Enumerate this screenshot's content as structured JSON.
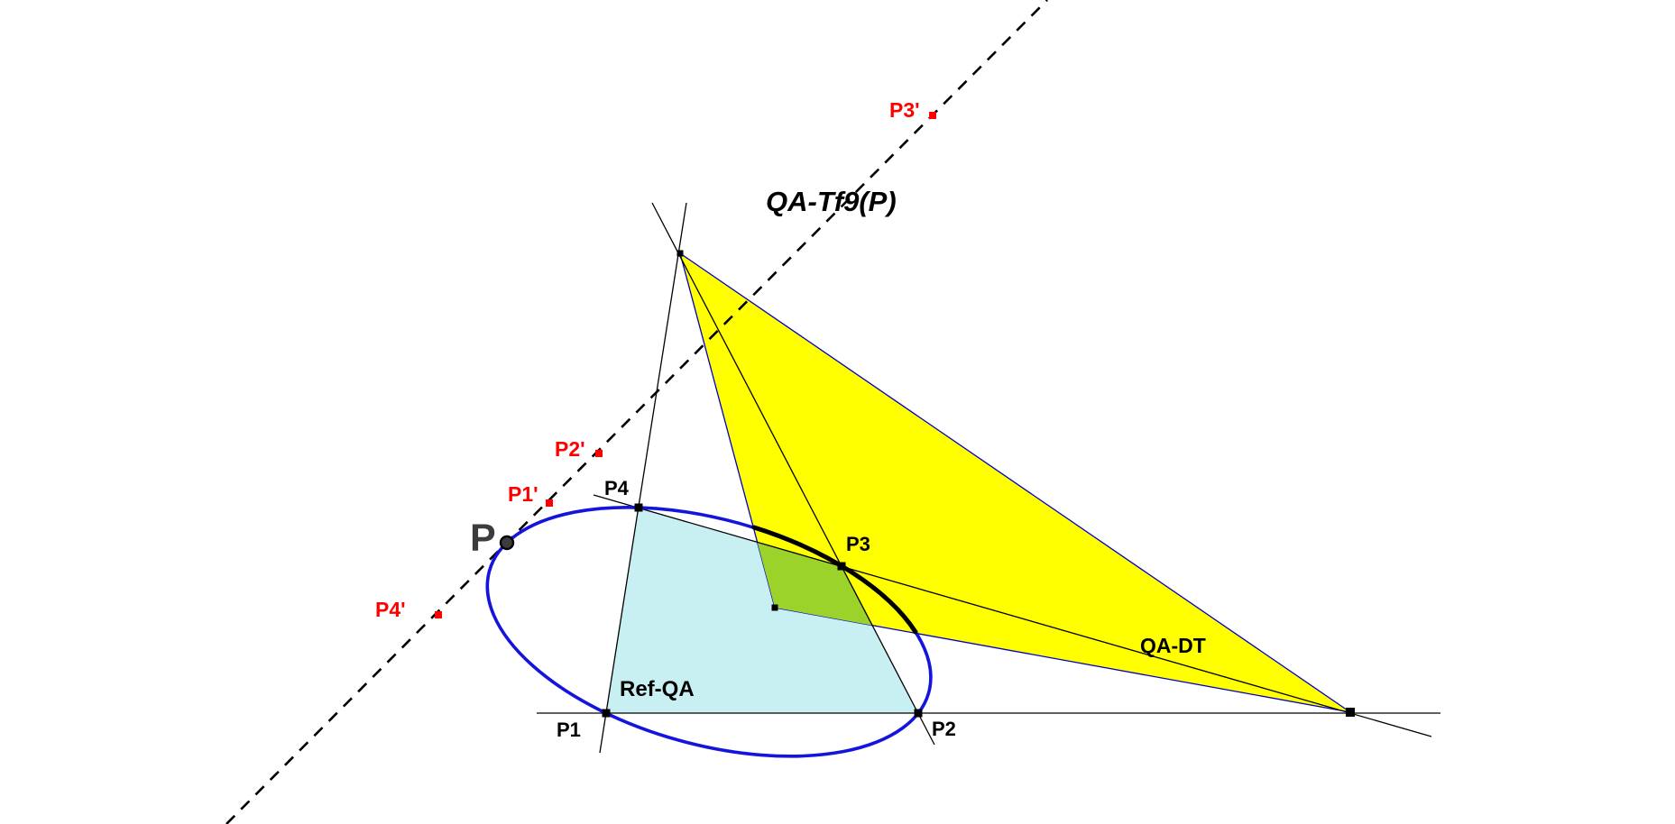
{
  "title": {
    "text": "QA-Tf9(P)"
  },
  "labels": {
    "ref_qa": "Ref-QA",
    "qa_dt": "QA-DT",
    "p": "P",
    "p1": "P1",
    "p2": "P2",
    "p3": "P3",
    "p4": "P4",
    "p1_prime": "P1'",
    "p2_prime": "P2'",
    "p3_prime": "P3'",
    "p4_prime": "P4'"
  },
  "colors": {
    "quad_fill": "#C8F0F2",
    "triangle_fill": "#FFFF00",
    "overlap_fill": "#9BD32B",
    "conic_blue": "#1414DC",
    "triangle_edge_blue": "#0000CC",
    "line_black": "#000000",
    "point_red": "#FF0000",
    "p_gray": "#3C3C3C",
    "label_black": "#000000"
  }
}
